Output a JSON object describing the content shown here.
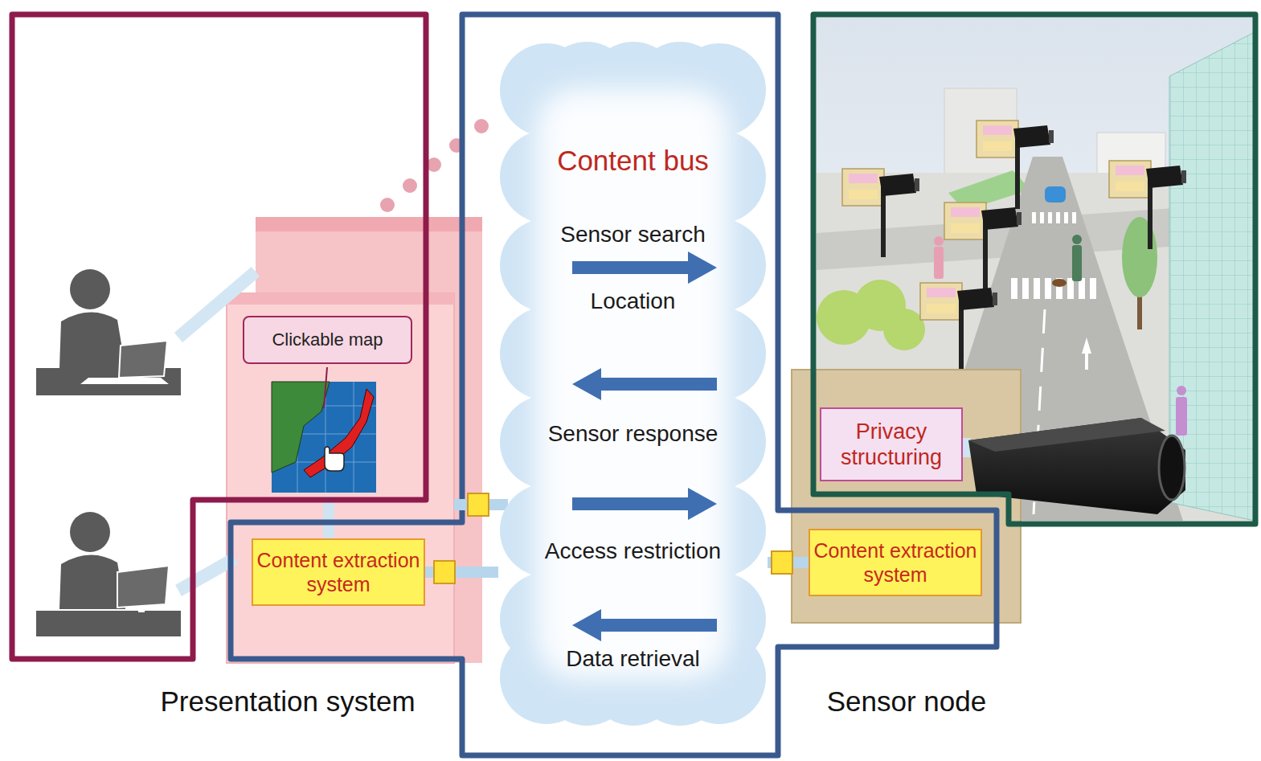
{
  "diagram": {
    "nodes": [
      {
        "text": [
          "Content bus",
          "Sensor search",
          "Location",
          "Sensor response",
          "Access restriction",
          "Data retrieval"
        ]
      },
      {
        "text": [
          "Clickable map"
        ]
      },
      {
        "text": [
          "Privacy structuring"
        ]
      },
      {
        "text": [
          "Content extraction system"
        ]
      },
      {
        "text": [
          "Content extraction system"
        ]
      }
    ],
    "edges": [
      {
        "from": 3,
        "to": 0,
        "arrow": "none"
      },
      {
        "from": 0,
        "to": 4,
        "arrow": "none"
      }
    ],
    "labels": [
      "Presentation system",
      "Sensor node"
    ]
  }
}
